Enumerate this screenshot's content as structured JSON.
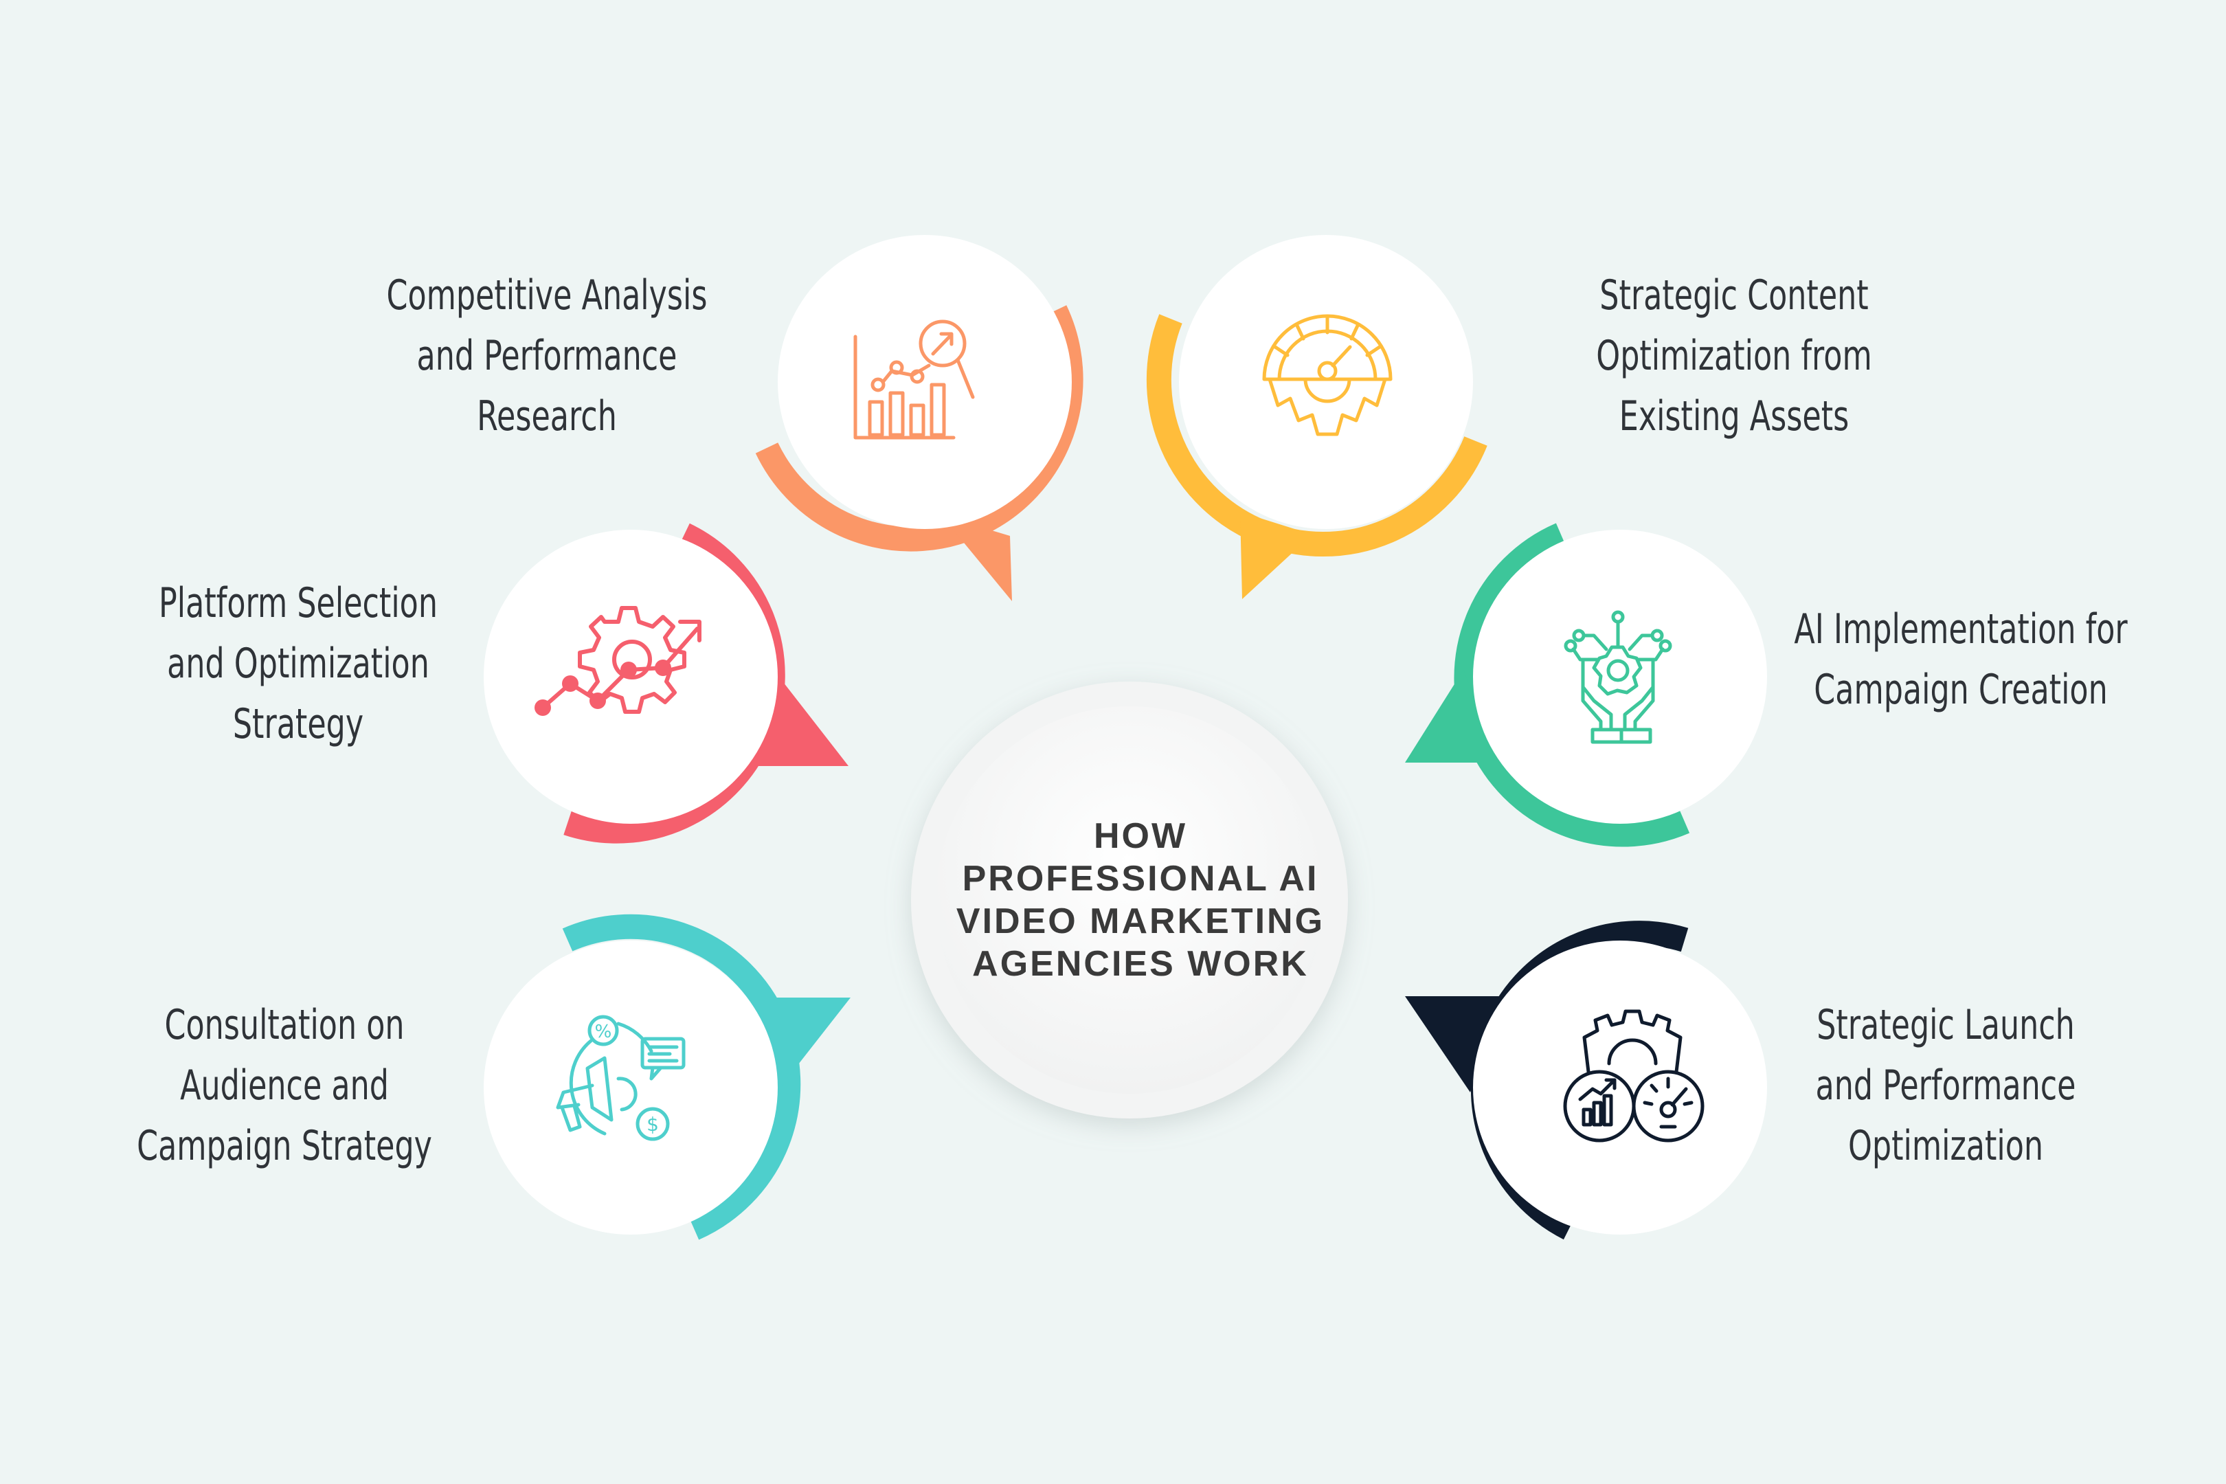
{
  "title": {
    "lines": [
      "HOW",
      "PROFESSIONAL AI",
      "VIDEO MARKETING",
      "AGENCIES WORK"
    ]
  },
  "steps": [
    {
      "id": "competitive-analysis",
      "lines": [
        "Competitive Analysis",
        "and Performance",
        "Research"
      ],
      "color": "#fb9767",
      "icon": "chart-magnifier-icon"
    },
    {
      "id": "content-optimization",
      "lines": [
        "Strategic Content",
        "Optimization from",
        "Existing Assets"
      ],
      "color": "#ffbd3b",
      "icon": "gear-gauge-icon"
    },
    {
      "id": "platform-selection",
      "lines": [
        "Platform Selection",
        "and Optimization",
        "Strategy"
      ],
      "color": "#f55f6d",
      "icon": "gear-growth-arrow-icon"
    },
    {
      "id": "ai-implementation",
      "lines": [
        "AI Implementation for",
        "Campaign Creation"
      ],
      "color": "#3dc69a",
      "icon": "hands-circuit-gear-icon"
    },
    {
      "id": "consultation",
      "lines": [
        "Consultation on",
        "Audience and",
        "Campaign Strategy"
      ],
      "color": "#4ecfcc",
      "icon": "megaphone-discount-icon"
    },
    {
      "id": "strategic-launch",
      "lines": [
        "Strategic Launch",
        "and Performance",
        "Optimization"
      ],
      "color": "#0f1b2d",
      "icon": "gear-dashboard-icon"
    }
  ]
}
